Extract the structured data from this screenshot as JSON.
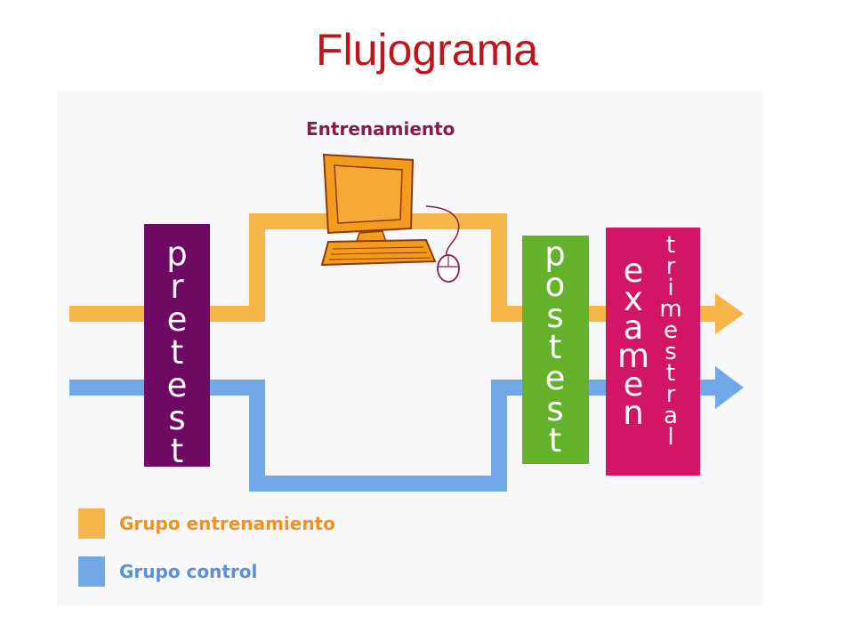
{
  "title": "Flujograma",
  "training_label": "Entrenamiento",
  "boxes": {
    "pretest": [
      "p",
      "r",
      "e",
      "t",
      "e",
      "s",
      "t"
    ],
    "postest": [
      "p",
      "o",
      "s",
      "t",
      "e",
      "s",
      "t"
    ],
    "examen": [
      "e",
      "x",
      "a",
      "m",
      "e",
      "n"
    ],
    "trimestral": [
      "t",
      "r",
      "i",
      "m",
      "e",
      "s",
      "t",
      "r",
      "a",
      "l"
    ]
  },
  "legend": [
    {
      "label": "Grupo entrenamiento",
      "color": "#f5b548"
    },
    {
      "label": "Grupo control",
      "color": "#72a8e8"
    }
  ],
  "colors": {
    "title": "#c0141b",
    "training_path": "#f5b548",
    "control_path": "#72a8e8",
    "pretest_box": "#6e0a63",
    "postest_box": "#64b12b",
    "examen_box": "#d21665",
    "label_text": "#8a1a4e",
    "legend_text": "#f0921f",
    "computer": "#f39b1d"
  },
  "icons": [
    "computer-icon",
    "mouse-icon"
  ]
}
